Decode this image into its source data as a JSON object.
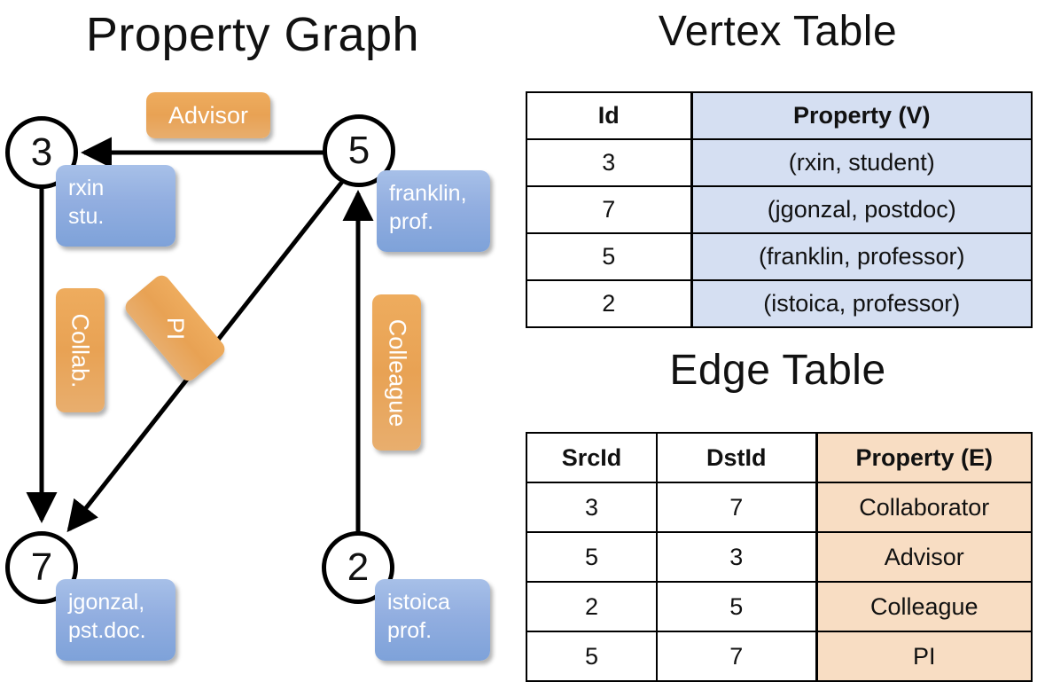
{
  "titles": {
    "property_graph": "Property Graph",
    "vertex_table": "Vertex Table",
    "edge_table": "Edge Table"
  },
  "graph": {
    "nodes": [
      {
        "id": "3",
        "name": "rxin",
        "role": "stu."
      },
      {
        "id": "5",
        "name": "franklin,",
        "role": "prof."
      },
      {
        "id": "7",
        "name": "jgonzal,",
        "role": "pst.doc."
      },
      {
        "id": "2",
        "name": "istoica",
        "role": "prof."
      }
    ],
    "edge_labels": [
      {
        "key": "advisor",
        "label": "Advisor"
      },
      {
        "key": "collab",
        "label": "Collab."
      },
      {
        "key": "pi",
        "label": "PI"
      },
      {
        "key": "colleague",
        "label": "Colleague"
      }
    ],
    "colors": {
      "vertex_box": "#92aee0",
      "edge_box": "#e8a254",
      "stroke": "#000000"
    }
  },
  "vertex_table": {
    "headers": [
      "Id",
      "Property (V)"
    ],
    "rows": [
      [
        "3",
        "(rxin, student)"
      ],
      [
        "7",
        "(jgonzal, postdoc)"
      ],
      [
        "5",
        "(franklin, professor)"
      ],
      [
        "2",
        "(istoica, professor)"
      ]
    ],
    "property_column_color": "#d5dff2"
  },
  "edge_table": {
    "headers": [
      "SrcId",
      "DstId",
      "Property (E)"
    ],
    "rows": [
      [
        "3",
        "7",
        "Collaborator"
      ],
      [
        "5",
        "3",
        "Advisor"
      ],
      [
        "2",
        "5",
        "Colleague"
      ],
      [
        "5",
        "7",
        "PI"
      ]
    ],
    "property_column_color": "#f8ddc3"
  }
}
